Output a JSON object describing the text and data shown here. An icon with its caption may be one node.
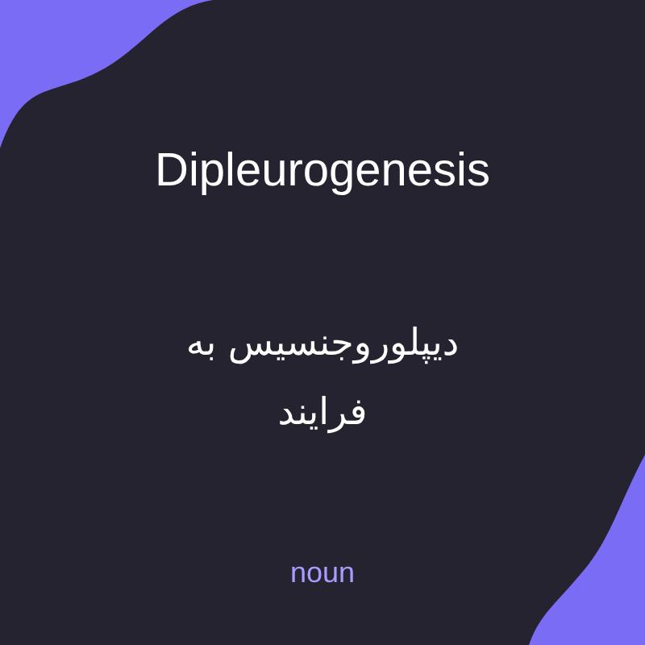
{
  "diagram": {
    "title": "Dipleurogenesis",
    "labels": [
      "دیپلوروجنسیس به فرایند",
      "noun"
    ]
  }
}
